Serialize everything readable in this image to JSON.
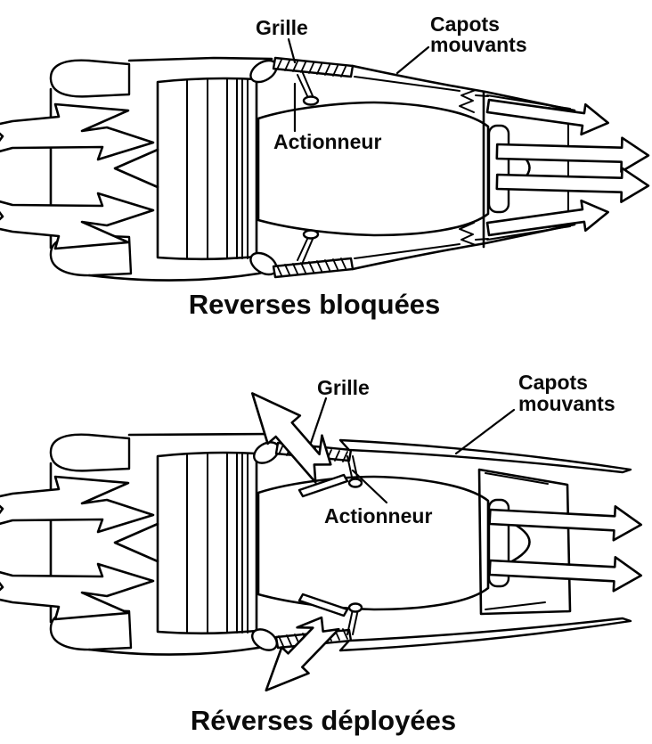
{
  "figure": {
    "colors": {
      "ink": "#000000",
      "paper": "#ffffff"
    },
    "panels": [
      {
        "id": "stowed",
        "caption": "Reverses bloquées",
        "labels": {
          "grille": "Grille",
          "capots_line1": "Capots",
          "capots_line2": "mouvants",
          "actionneur": "Actionneur"
        }
      },
      {
        "id": "deployed",
        "caption": "Réverses déployées",
        "labels": {
          "grille": "Grille",
          "capots_line1": "Capots",
          "capots_line2": "mouvants",
          "actionneur": "Actionneur"
        }
      }
    ]
  }
}
